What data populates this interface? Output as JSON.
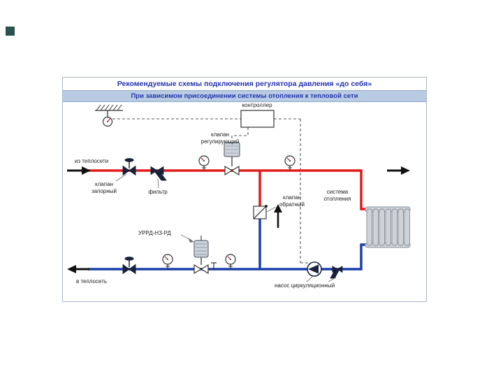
{
  "page": {
    "title": "Рекомендуемые схемы подключения  регулятора давления «до себя»",
    "subtitle": "При зависимом присоединении системы отопления к тепловой сети"
  },
  "labels": {
    "controller": "контроллер",
    "regulating_valve": "клапан регулирующий",
    "from_network": "из теплосети",
    "shutoff_valve": "клапан запорный",
    "filter": "фильтр",
    "check_valve": "клапан обратный",
    "heating_system": "система отопления",
    "regulator": "УРРД-НЗ-РД",
    "to_network": "в теплосеть",
    "pump": "насос циркуляционный"
  },
  "colors": {
    "supply_pipe": "#e11b1b",
    "return_pipe": "#1b3faa",
    "title_text": "#2433ad",
    "band_bg": "#b9cbe3"
  }
}
